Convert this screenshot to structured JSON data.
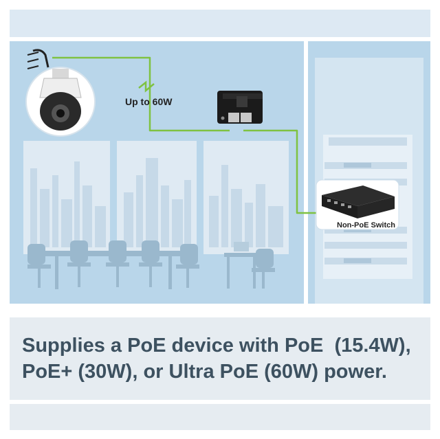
{
  "scene": {
    "power_label": "Up to 60W",
    "switch_label": "Non-PoE Switch",
    "icons": [
      "ptz-camera-icon",
      "poe-injector-icon",
      "network-switch-icon",
      "lightning-bolt-icon"
    ],
    "colors": {
      "cable": "#7fc241",
      "wall": "#b9d6ea",
      "frame": "#d4e5f1",
      "furniture": "#9ab8cd",
      "text": "#3d5160"
    }
  },
  "caption": {
    "line1": "Supplies a PoE device with PoE  (15.4W),",
    "line2": "PoE+ (30W), or Ultra PoE (60W) power."
  }
}
